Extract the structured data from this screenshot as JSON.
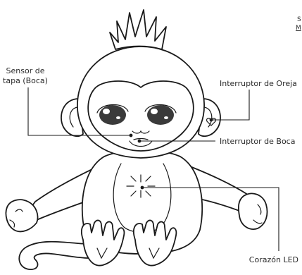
{
  "labels": {
    "sensor_line1": "Sensor de",
    "sensor_line2": "tapa (Boca)",
    "ear_switch": "Interruptor de Oreja",
    "mouth_switch": "Interruptor de Boca",
    "heart_led": "Corazón LED"
  },
  "clipped_text": {
    "line1": "S",
    "line2": "M"
  },
  "colors": {
    "outline": "#1a1a1a",
    "eyes": "#3a3a3a",
    "text": "#2a2a2a"
  }
}
